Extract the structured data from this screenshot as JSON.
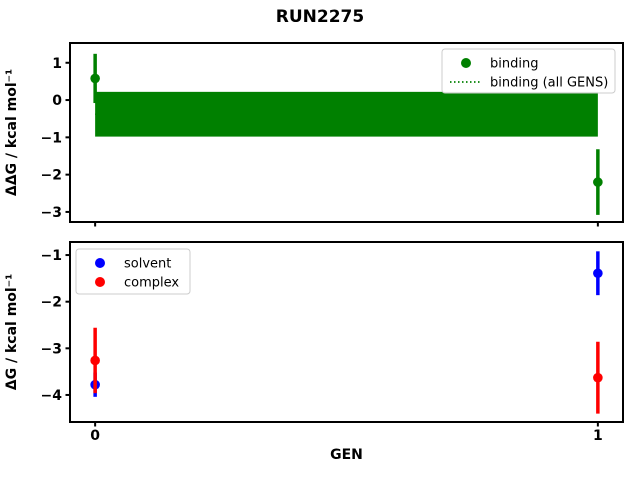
{
  "title": "RUN2275",
  "colors": {
    "binding": "#008000",
    "solvent": "#0000ff",
    "complex": "#ff0000",
    "frame": "#000000",
    "legend_border": "#cccccc",
    "background": "#ffffff"
  },
  "chart_data": [
    {
      "type": "scatter",
      "panel": "top",
      "title": "",
      "xlabel": "",
      "ylabel": "ΔΔG / kcal mol⁻¹",
      "xlim": [
        -0.05,
        1.05
      ],
      "ylim": [
        -3.27,
        1.53
      ],
      "yticks": [
        1,
        0,
        -1,
        -2,
        -3
      ],
      "xticks": [
        0,
        1
      ],
      "xticklabels": [
        "",
        ""
      ],
      "grid": false,
      "series": [
        {
          "name": "binding",
          "color": "#008000",
          "marker": "circle",
          "points": [
            {
              "x": 0,
              "y": 0.58,
              "yerr": 0.66
            },
            {
              "x": 1,
              "y": -2.2,
              "yerr": 0.88
            }
          ]
        }
      ],
      "band": {
        "name": "binding (all GENS)",
        "color": "#008000",
        "line_style": "dotted",
        "x": [
          0,
          1
        ],
        "center": -0.38,
        "half_width": 0.6,
        "ymin": -0.98,
        "ymax": 0.22
      },
      "legend": {
        "position": "upper right",
        "items": [
          {
            "label": "binding",
            "marker": "circle",
            "color": "#008000"
          },
          {
            "label": "binding (all GENS)",
            "marker": "dotted-line",
            "color": "#008000"
          }
        ]
      }
    },
    {
      "type": "scatter",
      "panel": "bottom",
      "title": "",
      "xlabel": "GEN",
      "ylabel": "ΔG / kcal mol⁻¹",
      "xlim": [
        -0.05,
        1.05
      ],
      "ylim": [
        -4.58,
        -0.72
      ],
      "yticks": [
        -1,
        -2,
        -3,
        -4
      ],
      "xticks": [
        0,
        1
      ],
      "xticklabels": [
        "0",
        "1"
      ],
      "grid": false,
      "series": [
        {
          "name": "solvent",
          "color": "#0000ff",
          "marker": "circle",
          "points": [
            {
              "x": 0,
              "y": -3.78,
              "yerr": 0.26
            },
            {
              "x": 1,
              "y": -1.39,
              "yerr": 0.47
            }
          ]
        },
        {
          "name": "complex",
          "color": "#ff0000",
          "marker": "circle",
          "points": [
            {
              "x": 0,
              "y": -3.26,
              "yerr": 0.7
            },
            {
              "x": 1,
              "y": -3.63,
              "yerr": 0.77
            }
          ]
        }
      ],
      "legend": {
        "position": "upper left",
        "items": [
          {
            "label": "solvent",
            "marker": "circle",
            "color": "#0000ff"
          },
          {
            "label": "complex",
            "marker": "circle",
            "color": "#ff0000"
          }
        ]
      }
    }
  ]
}
